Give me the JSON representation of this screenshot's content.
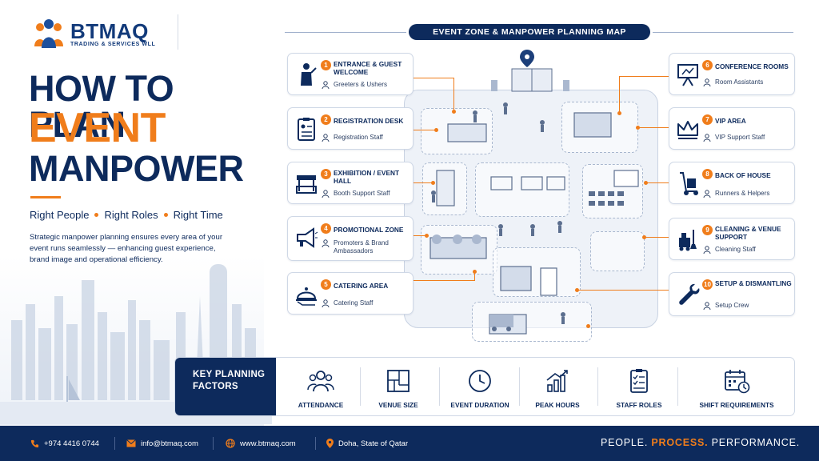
{
  "brand": {
    "name": "BTMAQ",
    "subtitle": "TRADING & SERVICES WLL"
  },
  "headline": {
    "line1": "HOW TO PLAN",
    "line2": "EVENT",
    "line3": "MANPOWER"
  },
  "tagline": [
    "Right People",
    "Right Roles",
    "Right Time"
  ],
  "description": "Strategic manpower planning ensures every area of your event runs seamlessly — enhancing guest experience, brand image and operational efficiency.",
  "map_title": "EVENT ZONE & MANPOWER PLANNING MAP",
  "zones": [
    {
      "number": "1",
      "name": "ENTRANCE & GUEST WELCOME",
      "staff": "Greeters & Ushers",
      "icon": "usher-icon"
    },
    {
      "number": "2",
      "name": "REGISTRATION DESK",
      "staff": "Registration Staff",
      "icon": "clipboard-icon"
    },
    {
      "number": "3",
      "name": "EXHIBITION / EVENT HALL",
      "staff": "Booth Support Staff",
      "icon": "booth-icon"
    },
    {
      "number": "4",
      "name": "PROMOTIONAL ZONE",
      "staff": "Promoters & Brand Ambassadors",
      "icon": "megaphone-icon"
    },
    {
      "number": "5",
      "name": "CATERING AREA",
      "staff": "Catering Staff",
      "icon": "cloche-icon"
    },
    {
      "number": "6",
      "name": "CONFERENCE ROOMS",
      "staff": "Room Assistants",
      "icon": "presentation-icon"
    },
    {
      "number": "7",
      "name": "VIP AREA",
      "staff": "VIP Support Staff",
      "icon": "crown-icon"
    },
    {
      "number": "8",
      "name": "BACK OF HOUSE",
      "staff": "Runners & Helpers",
      "icon": "hand-truck-icon"
    },
    {
      "number": "9",
      "name": "CLEANING & VENUE SUPPORT",
      "staff": "Cleaning Staff",
      "icon": "cleaning-cart-icon"
    },
    {
      "number": "10",
      "name": "SETUP & DISMANTLING",
      "staff": "Setup Crew",
      "icon": "wrench-icon"
    }
  ],
  "factors": {
    "heading": "KEY PLANNING FACTORS",
    "items": [
      {
        "label": "ATTENDANCE",
        "icon": "people-icon"
      },
      {
        "label": "VENUE SIZE",
        "icon": "floorplan-icon"
      },
      {
        "label": "EVENT DURATION",
        "icon": "clock-icon"
      },
      {
        "label": "PEAK HOURS",
        "icon": "bar-growth-icon"
      },
      {
        "label": "STAFF ROLES",
        "icon": "checklist-icon"
      },
      {
        "label": "SHIFT REQUIREMENTS",
        "icon": "calendar-clock-icon"
      }
    ]
  },
  "footer": {
    "phone": "+974 4416 0744",
    "email": "info@btmaq.com",
    "website": "www.btmaq.com",
    "location": "Doha, State of Qatar",
    "slogan": [
      "PEOPLE.",
      "PROCESS.",
      "PERFORMANCE."
    ]
  },
  "colors": {
    "navy": "#0d2a5c",
    "orange": "#f07d1b",
    "light": "#eef2f8"
  }
}
